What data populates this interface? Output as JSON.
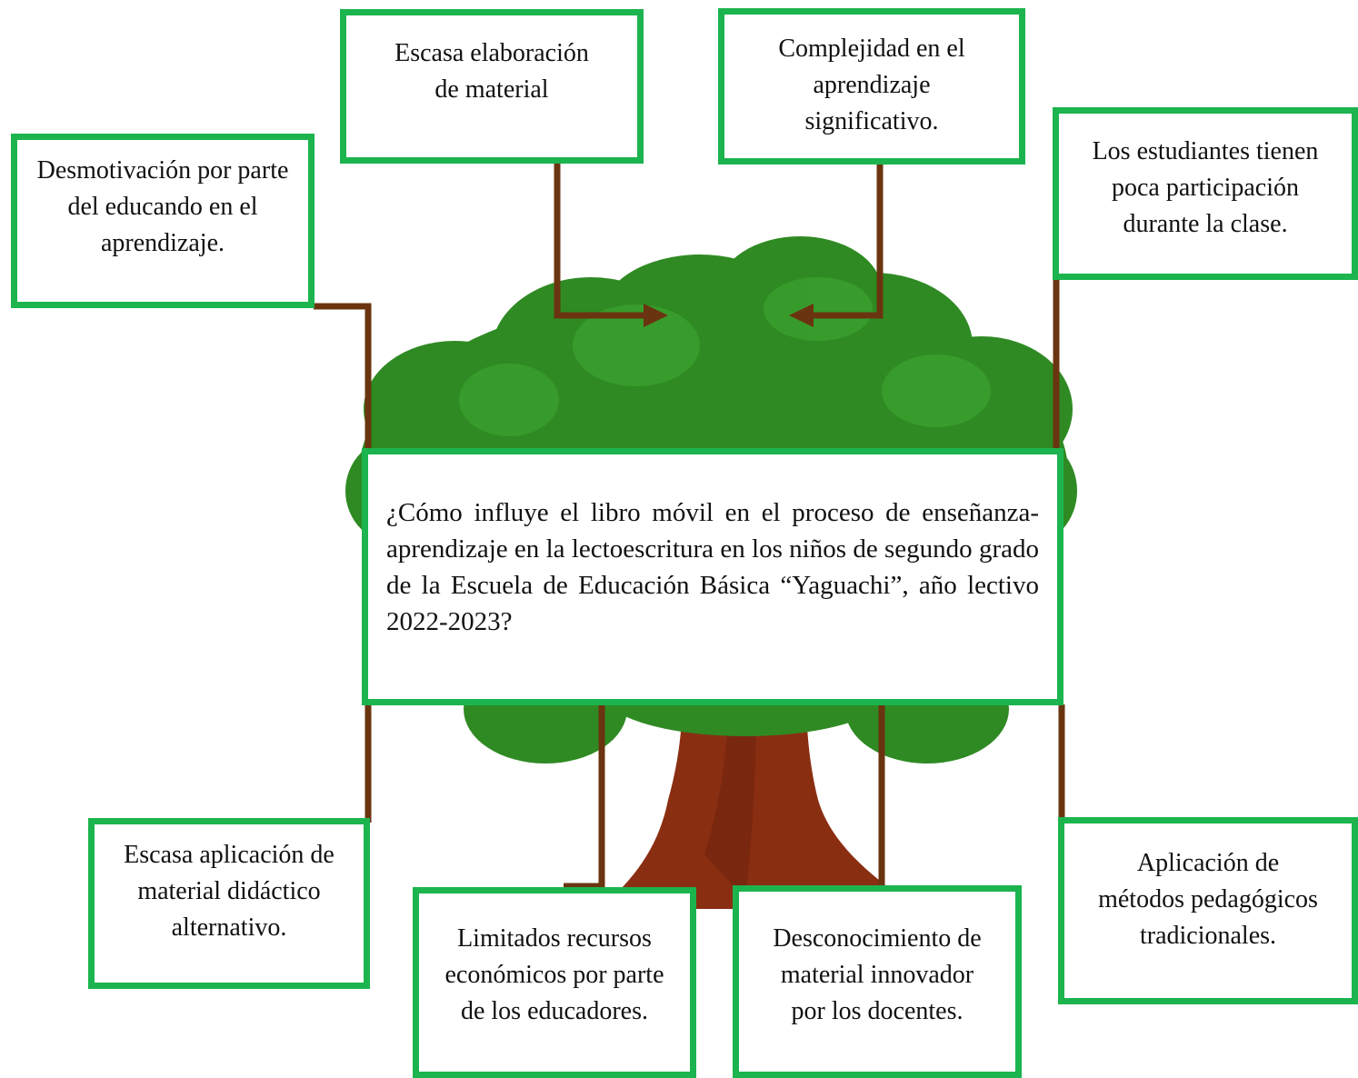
{
  "colors": {
    "box_border": "#1cb44e",
    "connector": "#6b3410",
    "foliage": "#2f8a23",
    "trunk": "#8a2e12"
  },
  "central_question": "¿Cómo influye el libro móvil en el proceso de enseñanza-aprendizaje en la lectoescritura en los niños de segundo grado de la Escuela de Educación Básica “Yaguachi”, año lectivo 2022-2023?",
  "effects": {
    "desmotivacion": "Desmotivación por parte del educando en el aprendizaje.",
    "escasa_elaboracion": "Escasa elaboración de material",
    "complejidad": "Complejidad en el aprendizaje significativo.",
    "poca_participacion": "Los estudiantes tienen poca participación durante la clase."
  },
  "causes": {
    "escasa_aplicacion": "Escasa aplicación de material didáctico alternativo.",
    "limitados_recursos": "Limitados recursos económicos por parte de los educadores.",
    "desconocimiento": "Desconocimiento de material innovador por los docentes.",
    "metodos_tradicionales": "Aplicación de métodos pedagógicos tradicionales."
  }
}
